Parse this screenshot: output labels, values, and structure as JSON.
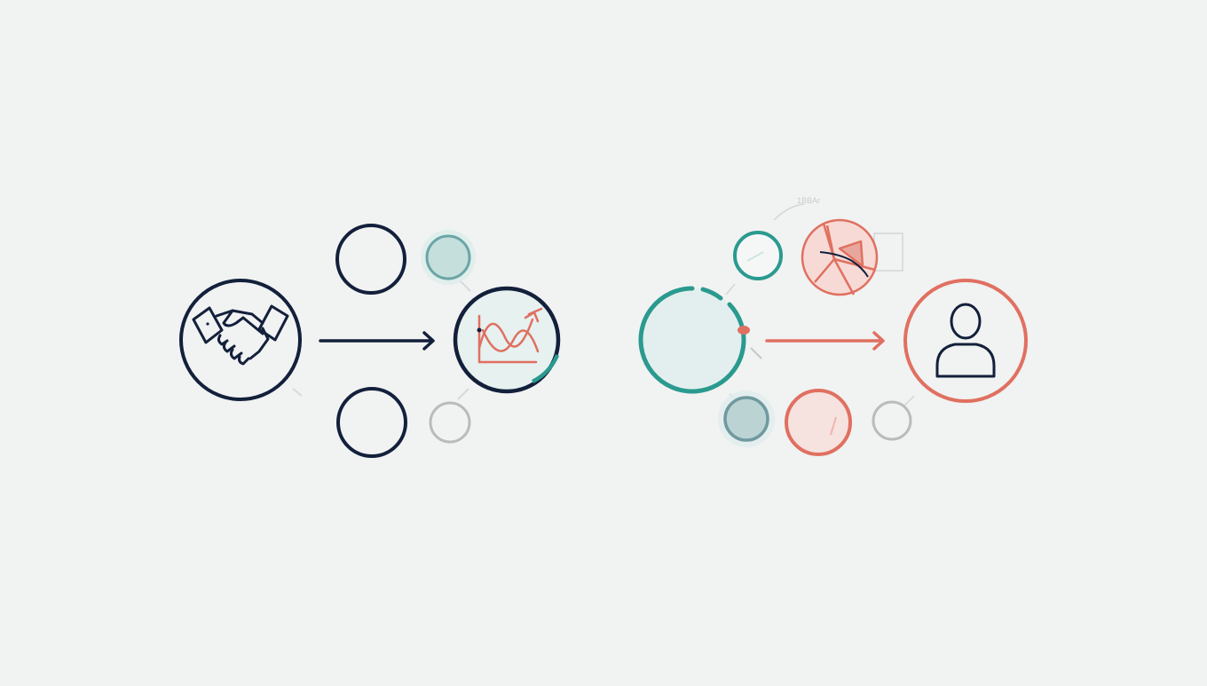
{
  "colors": {
    "background": "#f1f2f2",
    "navy": "#13203b",
    "teal": "#2a9a8f",
    "teal_light": "#cfe6e4",
    "coral": "#e07060",
    "coral_light": "#f6cdc6",
    "grey": "#b7b9bc",
    "grey_blue": "#6f9aa0",
    "faint": "#d3d6d8"
  },
  "faint_caption": "1BBAr",
  "left_cluster": {
    "source_icon": "handshake-icon",
    "arrow_color": "navy",
    "target_icon": "wave-chart-icon",
    "satellites": [
      "navy-ring",
      "teal-filled-ring",
      "navy-ring",
      "grey-ring"
    ]
  },
  "right_cluster": {
    "source_node": "teal-ring",
    "arrow_color": "coral",
    "target_icon": "user-icon",
    "satellites": [
      "teal-ring",
      "pie-chart-icon",
      "grey-blue-filled-ring",
      "coral-ring",
      "grey-ring"
    ]
  }
}
